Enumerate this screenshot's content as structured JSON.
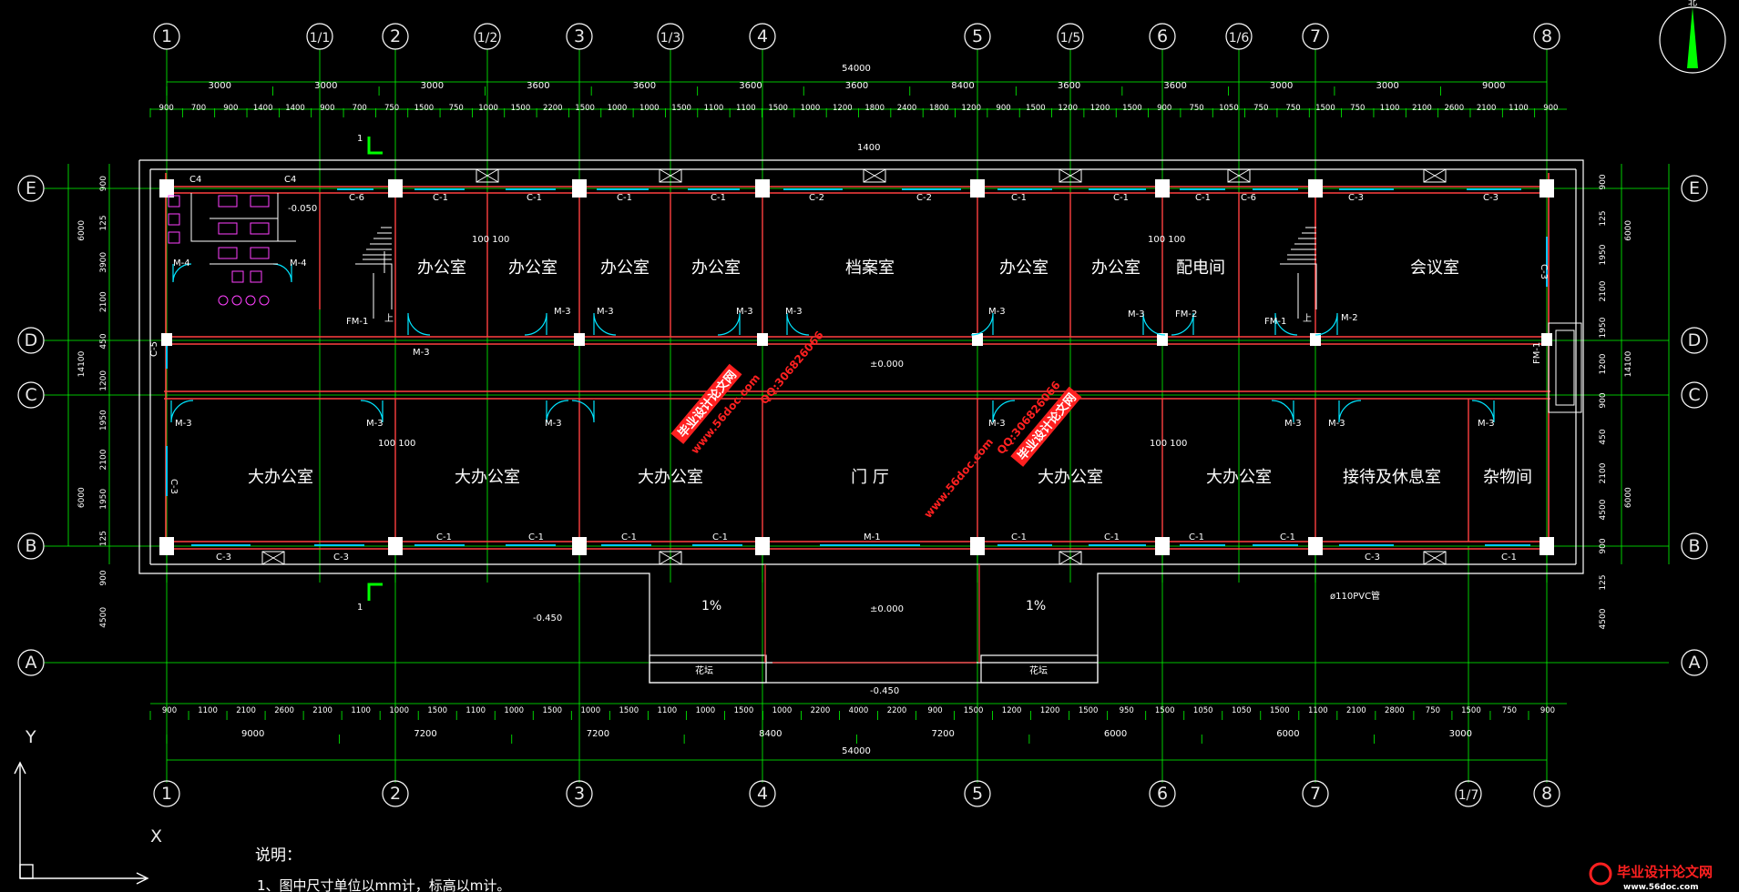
{
  "grid_top": [
    "1",
    "1/1",
    "2",
    "1/2",
    "3",
    "1/3",
    "4",
    "5",
    "1/5",
    "6",
    "1/6",
    "7",
    "8"
  ],
  "grid_bottom": [
    "1",
    "2",
    "3",
    "4",
    "5",
    "6",
    "7",
    "1/7",
    "8"
  ],
  "grid_rows": [
    "E",
    "D",
    "C",
    "B",
    "A"
  ],
  "dims": {
    "overall": "54000",
    "top_primary": [
      "3000",
      "3000",
      "3000",
      "3600",
      "3600",
      "3600",
      "3600",
      "8400",
      "3600",
      "3600",
      "3000",
      "3000",
      "9000"
    ],
    "top_detail": [
      "900",
      "700",
      "900",
      "1400",
      "1400",
      "900",
      "700",
      "750",
      "1500",
      "750",
      "1000",
      "1500",
      "2200",
      "1500",
      "1000",
      "1000",
      "1500",
      "1100",
      "1100",
      "1500",
      "1000",
      "1200",
      "1800",
      "2400",
      "1800",
      "1200",
      "900",
      "1500",
      "1200",
      "1200",
      "1500",
      "900",
      "750",
      "1050",
      "750",
      "750",
      "1500",
      "750",
      "1100",
      "2100",
      "2600",
      "2100",
      "1100",
      "900"
    ],
    "bottom_detail": [
      "900",
      "1100",
      "2100",
      "2600",
      "2100",
      "1100",
      "1000",
      "1500",
      "1100",
      "1000",
      "1500",
      "1000",
      "1500",
      "1100",
      "1000",
      "1500",
      "1000",
      "2200",
      "4000",
      "2200",
      "900",
      "1500",
      "1200",
      "1200",
      "1500",
      "950",
      "1500",
      "1050",
      "1050",
      "1500",
      "1100",
      "2100",
      "2800",
      "750",
      "1500",
      "750",
      "900"
    ],
    "bottom_primary": [
      "9000",
      "7200",
      "7200",
      "8400",
      "7200",
      "6000",
      "6000",
      "3000"
    ],
    "left": [
      "900",
      "125",
      "3900",
      "2100",
      "450",
      "1200",
      "1950",
      "2100",
      "1950",
      "125",
      "900",
      "4500"
    ],
    "left_total": [
      "6000",
      "14100",
      "6000"
    ],
    "right": [
      "900",
      "125",
      "1950",
      "2100",
      "1950",
      "1200",
      "900",
      "450",
      "2100",
      "4500",
      "900",
      "125",
      "4500"
    ],
    "right_total": [
      "6000",
      "14100",
      "6000"
    ]
  },
  "rooms_top": [
    "办公室",
    "办公室",
    "办公室",
    "办公室",
    "档案室",
    "办公室",
    "办公室",
    "配电间",
    "会议室"
  ],
  "rooms_bottom": [
    "大办公室",
    "大办公室",
    "大办公室",
    "门 厅",
    "大办公室",
    "大办公室",
    "接待及休息室",
    "杂物间"
  ],
  "labels": {
    "c4a": "C4",
    "c4b": "C4",
    "c6a": "C-6",
    "c6b": "C-6",
    "c1": "C-1",
    "c2": "C-2",
    "c3": "C-3",
    "c5": "C-5",
    "m1": "M-1",
    "m2": "M-2",
    "m3": "M-3",
    "m4": "M-4",
    "fm1": "FM-1",
    "fm2": "FM-2",
    "up": "上",
    "lvl0": "±0.000",
    "lvl_neg045": "-0.450",
    "lvl_neg005": "-0.050",
    "slope": "1%",
    "planter": "花坛",
    "drain": "ø110PVC管",
    "w1400": "1400",
    "w100": "100 100",
    "sec": "1",
    "north": "北"
  },
  "notes": {
    "title": "说明：",
    "line1": "1、图中尺寸单位以mm计，标高以m计。"
  },
  "watermark": {
    "site": "www.56doc.com",
    "qq": "QQ:306826066",
    "brand": "毕业设计论文网",
    "corner_brand": "毕业设计论文网",
    "corner_url": "www.56doc.com"
  },
  "colors": {
    "grid_line": "#00ff00",
    "wall": "#ff4040",
    "outline": "#ffffff",
    "window": "#00c8ff",
    "door": "#00e5ff",
    "text": "#ffffff",
    "watermark": "#ff2020"
  }
}
